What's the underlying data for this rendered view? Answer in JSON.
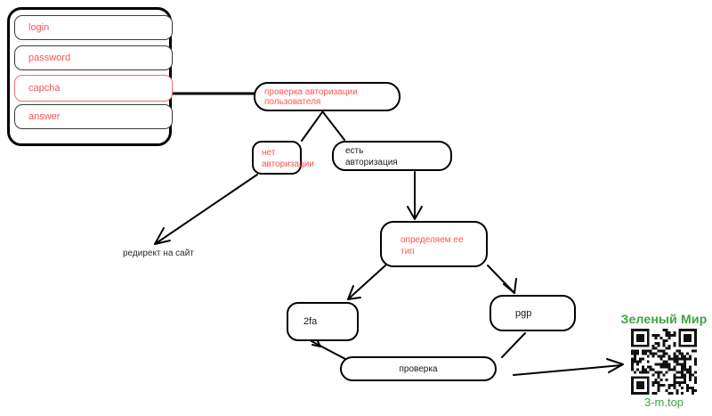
{
  "diagram": {
    "form": {
      "fields": [
        {
          "label": "login"
        },
        {
          "label": "password"
        },
        {
          "label": "capcha"
        },
        {
          "label": "answer"
        }
      ]
    },
    "nodes": {
      "auth_check": {
        "label": "проверка авторизации пользователя"
      },
      "no_auth": {
        "line1": "нет",
        "line2": "авторизации"
      },
      "has_auth": {
        "line1": "есть",
        "line2": "авторизация"
      },
      "determine_type": {
        "line1": "определяем ее",
        "line2": "тип"
      },
      "twofa": {
        "label": "2fa"
      },
      "pgp": {
        "label": "pgp"
      },
      "check": {
        "label": "проверка"
      }
    },
    "labels": {
      "redirect": "редирект на сайт"
    },
    "qr": {
      "title": "Зеленый Мир",
      "caption": "3-m.top"
    }
  },
  "colors": {
    "red": "#ff5252",
    "dark": "#1a1a1a",
    "green": "#3fa33f",
    "capcha_border": "#e57373",
    "line": "#000000"
  }
}
